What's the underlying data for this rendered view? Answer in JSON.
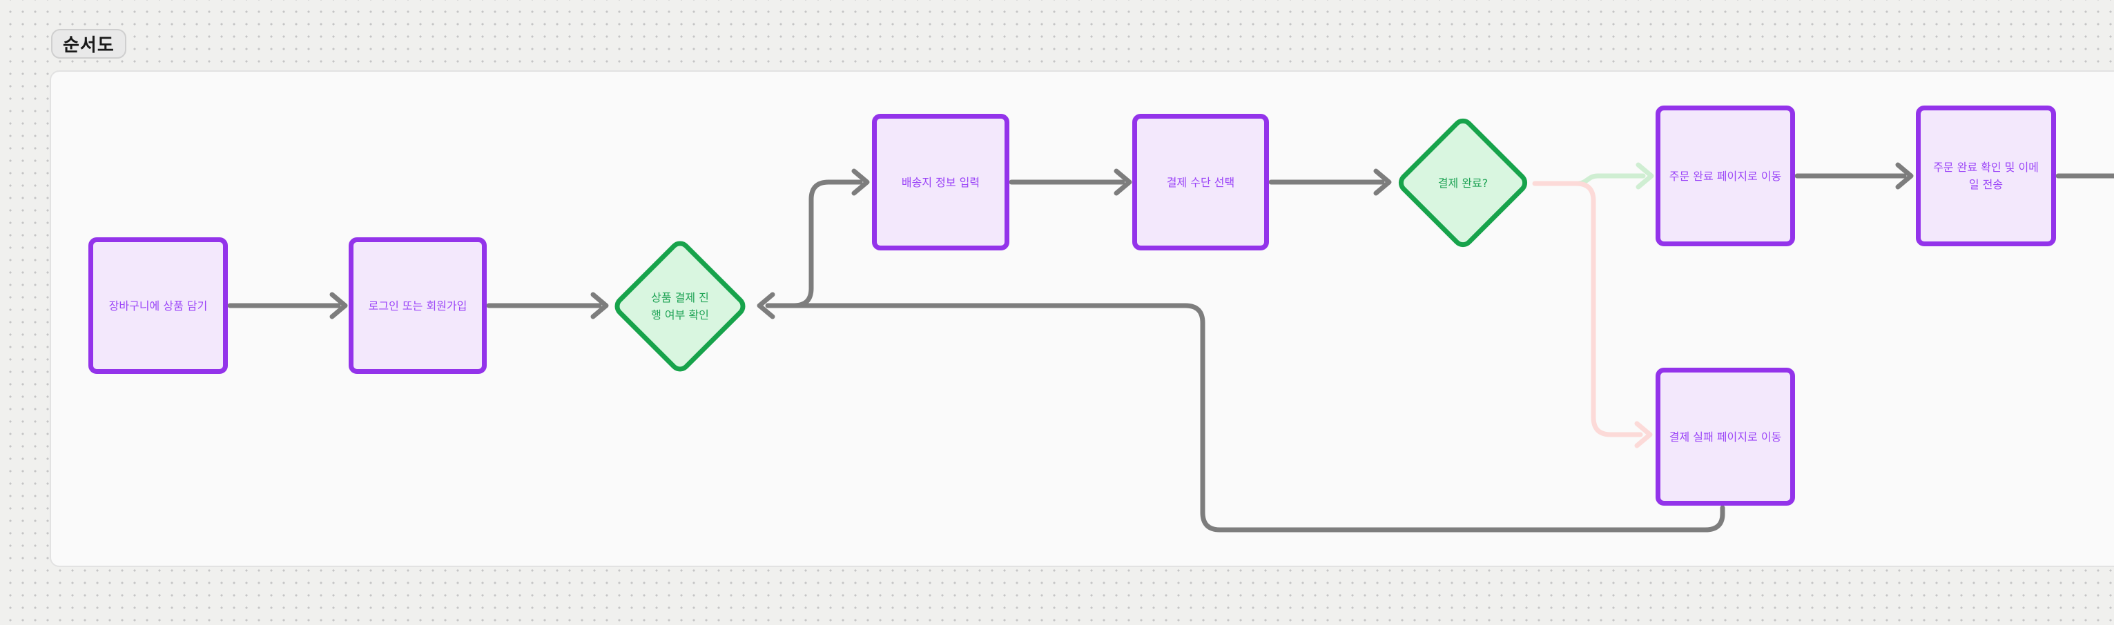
{
  "diagram_label": "순서도",
  "diagram_type": "flowchart",
  "nodes": [
    {
      "id": "cart",
      "type": "process",
      "label": "장바구니에 상품 담기"
    },
    {
      "id": "login",
      "type": "process",
      "label": "로그인 또는 회원가입"
    },
    {
      "id": "payment-check",
      "type": "decision",
      "label": "상품 결제 진행 여부 확인"
    },
    {
      "id": "shipping-info",
      "type": "process",
      "label": "배송지 정보 입력"
    },
    {
      "id": "payment-method",
      "type": "process",
      "label": "결제 수단 선택"
    },
    {
      "id": "payment-complete",
      "type": "decision",
      "label": "결제 완료?"
    },
    {
      "id": "order-complete-page",
      "type": "process",
      "label": "주문 완료 페이지로 이동"
    },
    {
      "id": "order-confirm-email",
      "type": "process",
      "label": "주문 완료 확인 및 이메일 전송"
    },
    {
      "id": "payment-fail-page",
      "type": "process",
      "label": "결제 실패 페이지로 이동"
    }
  ],
  "edges": [
    {
      "from": "cart",
      "to": "login",
      "style": "gray"
    },
    {
      "from": "login",
      "to": "payment-check",
      "style": "gray"
    },
    {
      "from": "payment-check",
      "to": "shipping-info",
      "style": "gray"
    },
    {
      "from": "shipping-info",
      "to": "payment-method",
      "style": "gray"
    },
    {
      "from": "payment-method",
      "to": "payment-complete",
      "style": "gray"
    },
    {
      "from": "payment-complete",
      "to": "order-complete-page",
      "style": "green"
    },
    {
      "from": "payment-complete",
      "to": "payment-fail-page",
      "style": "pink"
    },
    {
      "from": "order-complete-page",
      "to": "order-confirm-email",
      "style": "gray"
    },
    {
      "from": "order-confirm-email",
      "to": "offscreen-right",
      "style": "gray"
    },
    {
      "from": "payment-fail-page",
      "to": "payment-check",
      "style": "gray"
    }
  ],
  "colors": {
    "process_fill": "#f3e8fc",
    "process_border": "#9333ea",
    "process_text": "#9b45f7",
    "decision_fill": "#d9f6e0",
    "decision_border": "#17a34b",
    "decision_text": "#1fa355",
    "edge_gray": "#7d7d7d",
    "edge_green": "#cfeed2",
    "edge_pink": "#fcdad8",
    "canvas_bg": "#fafafa",
    "page_bg": "#f0f0ee"
  }
}
